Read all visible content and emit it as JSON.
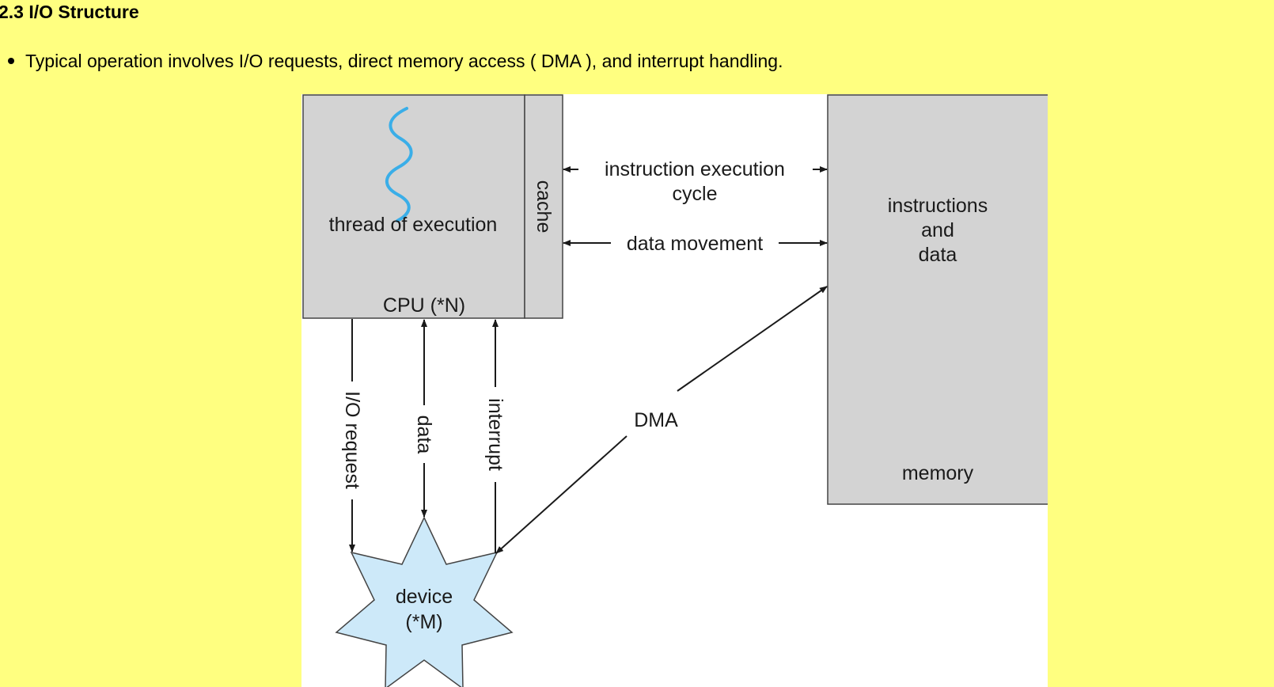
{
  "section": {
    "heading": "2.3 I/O Structure"
  },
  "bullets": [
    "Typical operation involves I/O requests, direct memory access ( DMA ), and interrupt handling."
  ],
  "diagram": {
    "cpu": {
      "thread_label": "thread of execution",
      "cache_label": "cache",
      "cpu_label": "CPU (*N)"
    },
    "memory": {
      "content_line1": "instructions",
      "content_line2": "and",
      "content_line3": "data",
      "label": "memory"
    },
    "device": {
      "label_line1": "device",
      "label_line2": "(*M)"
    },
    "arrows": {
      "instruction_cycle_line1": "instruction execution",
      "instruction_cycle_line2": "cycle",
      "data_movement": "data movement",
      "io_request": "I/O request",
      "data": "data",
      "interrupt": "interrupt",
      "dma": "DMA"
    },
    "colors": {
      "box_fill": "#d3d3d3",
      "device_fill": "#cde9f9",
      "thread_wave": "#3aaee8",
      "line": "#1a1a1a"
    }
  }
}
